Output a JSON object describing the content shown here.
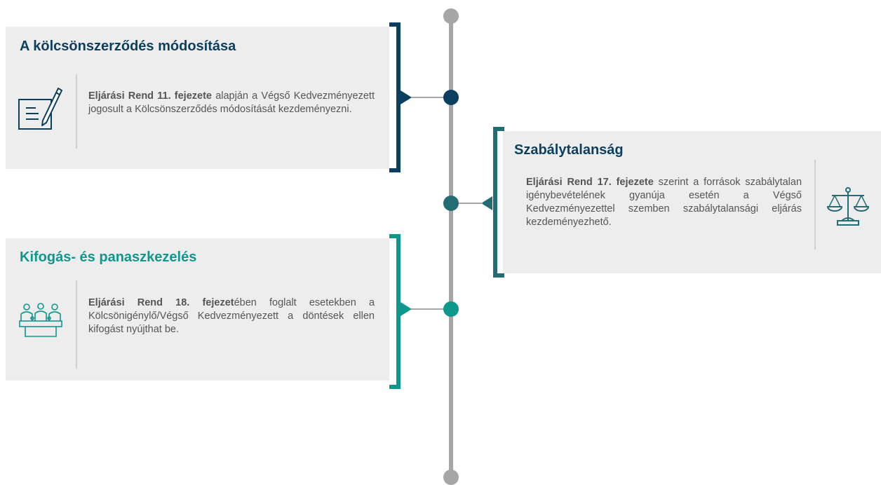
{
  "colors": {
    "navy": "#0b3f5e",
    "slate_teal": "#236c76",
    "teal": "#0e978c",
    "axis_gray": "#a6a6a6",
    "card_bg": "#ededed",
    "text": "#555555"
  },
  "cards": [
    {
      "title": "A kölcsönszerződés módosítása",
      "bold": "Eljárási Rend 11. fejezete",
      "rest": " alapján a Végső Kedvezményezett jogosult a Kölcsönszerződés módosítását kezdeményezni.",
      "icon": "document-edit-icon"
    },
    {
      "title": "Szabálytalanság",
      "bold": "Eljárási Rend 17. fejezete",
      "rest": " szerint a források szabálytalan igénybevételének gyanúja esetén a Végső Kedvezményezettel szemben szabálytalansági eljárás kezdeményezhető.",
      "icon": "scales-icon"
    },
    {
      "title": "Kifogás- és panaszkezelés",
      "bold": "Eljárási Rend 18. fejezet",
      "rest": "ében foglalt esetekben a Kölcsönigénylő/Végső Kedvezményezett a döntések ellen kifogást nyújthat be.",
      "icon": "meeting-people-icon"
    }
  ]
}
